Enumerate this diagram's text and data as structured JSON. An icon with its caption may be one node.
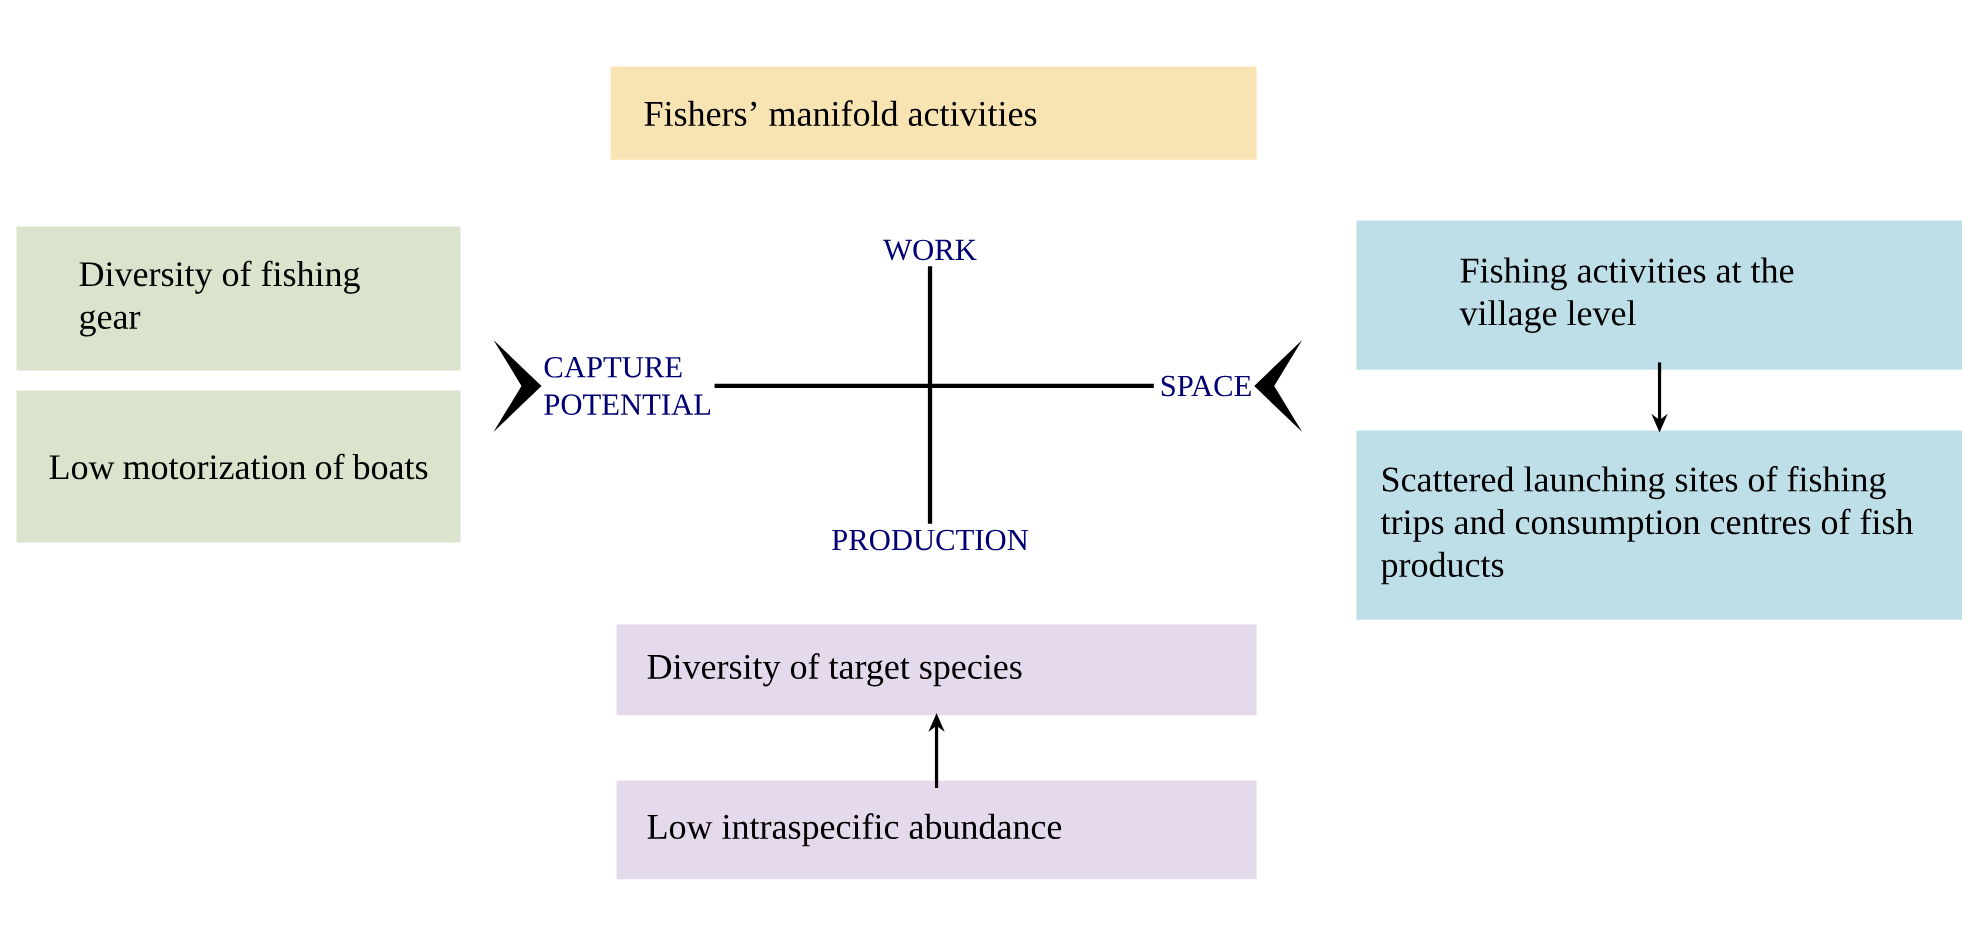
{
  "diagram": {
    "nodes": [
      {
        "text": [
          "Fishers’ manifold activities"
        ]
      },
      {
        "text": [
          "Diversity of fishing gear"
        ]
      },
      {
        "text": [
          "Low motorization of boats"
        ]
      },
      {
        "text": [
          "CAPTURE POTENTIAL"
        ]
      },
      {
        "text": [
          "WORK"
        ]
      },
      {
        "text": [
          "SPACE"
        ]
      },
      {
        "text": [
          "PRODUCTION"
        ]
      },
      {
        "text": [
          "Fishing activities at the village level"
        ]
      },
      {
        "text": [
          "Scattered launching sites of fishing trips and consumption centres of fish products"
        ]
      },
      {
        "text": [
          "Diversity of target species"
        ]
      },
      {
        "text": [
          "Low intraspecific abundance"
        ]
      }
    ],
    "edges": [
      {
        "from": 1,
        "to": 3,
        "arrow": "to",
        "style": "thick"
      },
      {
        "from": 2,
        "to": 3,
        "arrow": "to",
        "style": "thick"
      },
      {
        "from": 7,
        "to": 5,
        "arrow": "to",
        "style": "thick"
      },
      {
        "from": 8,
        "to": 5,
        "arrow": "to",
        "style": "thick"
      },
      {
        "from": 3,
        "to": 5,
        "arrow": "none"
      },
      {
        "from": 4,
        "to": 6,
        "arrow": "none"
      },
      {
        "from": 7,
        "to": 8,
        "arrow": "to"
      },
      {
        "from": 10,
        "to": 9,
        "arrow": "to"
      }
    ]
  }
}
